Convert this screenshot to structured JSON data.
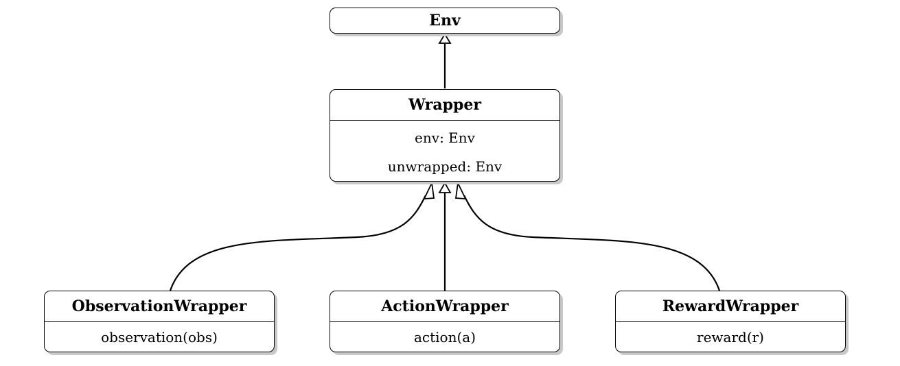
{
  "diagram": {
    "env": {
      "title": "Env"
    },
    "wrapper": {
      "title": "Wrapper",
      "attributes": [
        "env:  Env",
        "unwrapped:  Env"
      ]
    },
    "observation_wrapper": {
      "title": "ObservationWrapper",
      "method": "observation(obs)"
    },
    "action_wrapper": {
      "title": "ActionWrapper",
      "method": "action(a)"
    },
    "reward_wrapper": {
      "title": "RewardWrapper",
      "method": "reward(r)"
    },
    "relationships": [
      {
        "from": "Wrapper",
        "to": "Env",
        "type": "inheritance"
      },
      {
        "from": "ObservationWrapper",
        "to": "Wrapper",
        "type": "inheritance"
      },
      {
        "from": "ActionWrapper",
        "to": "Wrapper",
        "type": "inheritance"
      },
      {
        "from": "RewardWrapper",
        "to": "Wrapper",
        "type": "inheritance"
      }
    ]
  }
}
